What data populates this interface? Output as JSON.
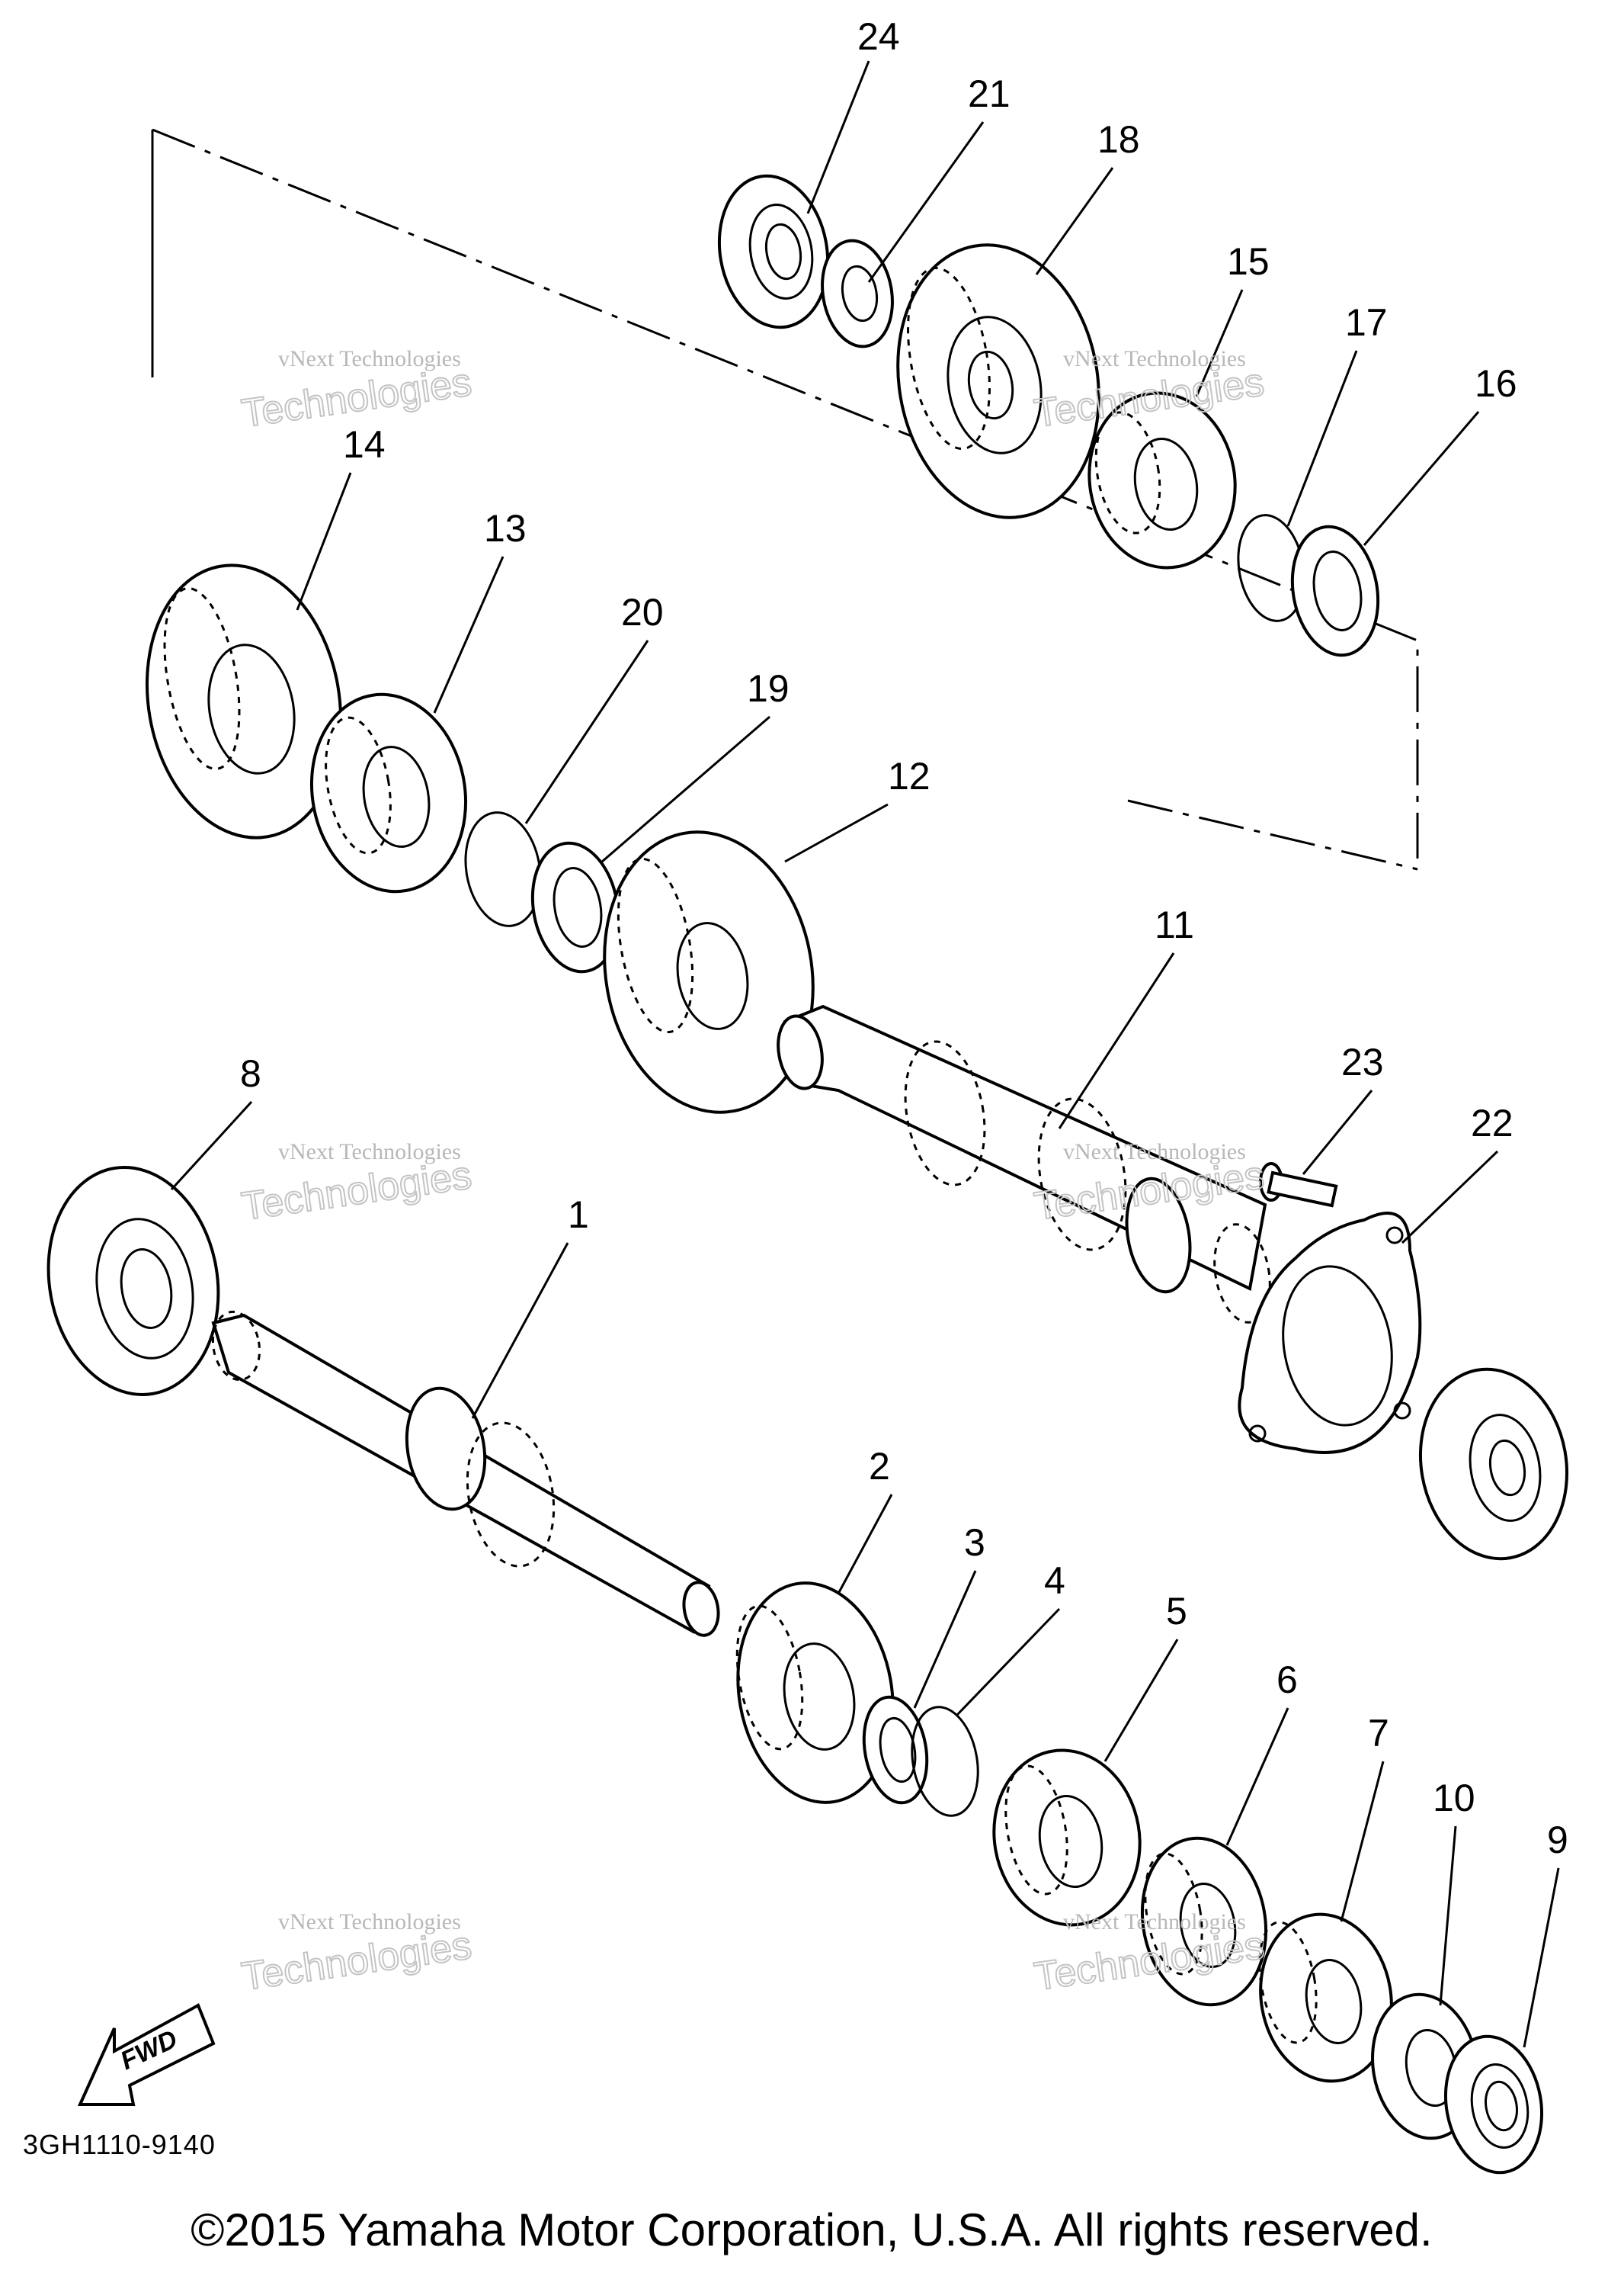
{
  "diagram": {
    "callouts": [
      "24",
      "21",
      "18",
      "15",
      "17",
      "16",
      "14",
      "13",
      "20",
      "19",
      "12",
      "11",
      "23",
      "22",
      "8",
      "1",
      "2",
      "3",
      "4",
      "5",
      "6",
      "7",
      "10",
      "9"
    ],
    "watermark": {
      "line1": "vNext Technologies",
      "line2": "Technologies"
    },
    "fwd_label": "FWD",
    "drawing_code": "3GH1110-9140",
    "copyright": "©2015 Yamaha Motor Corporation, U.S.A. All rights reserved."
  }
}
